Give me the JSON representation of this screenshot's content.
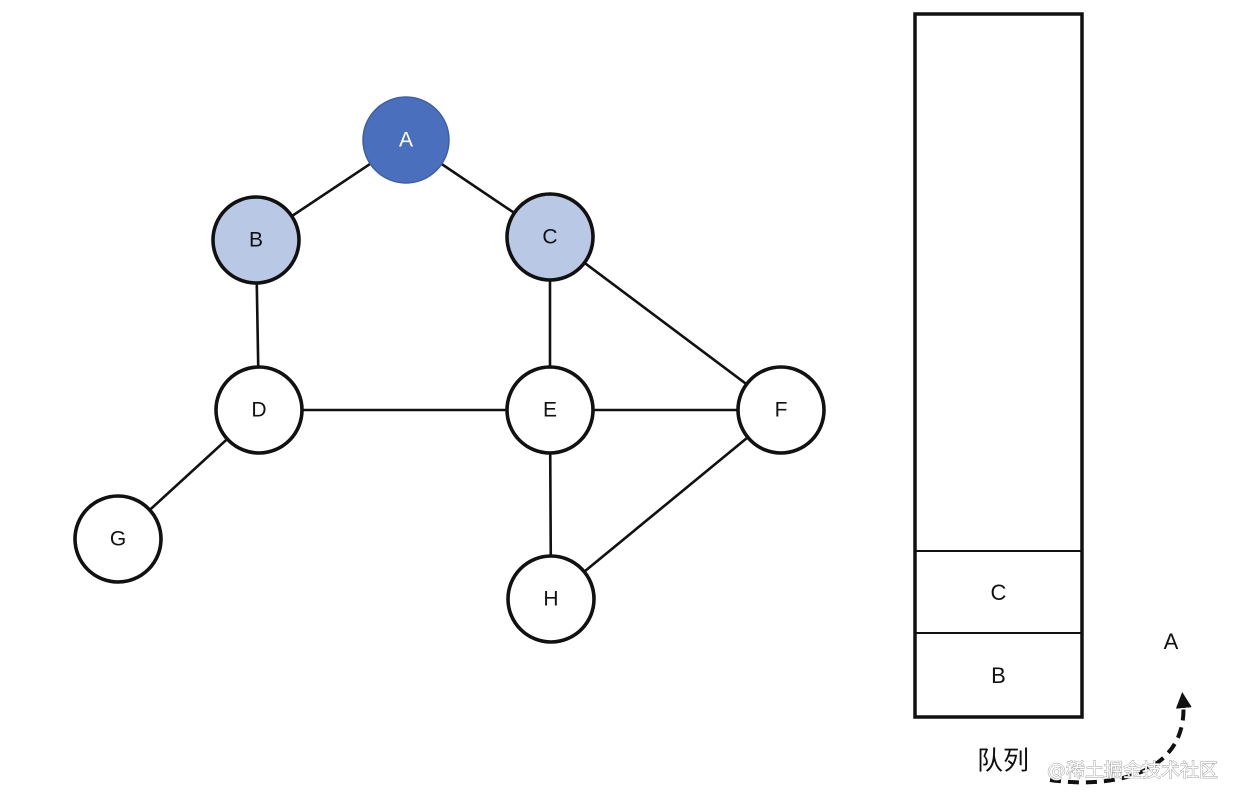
{
  "graph": {
    "nodes": [
      {
        "id": "A",
        "label": "A",
        "state": "current"
      },
      {
        "id": "B",
        "label": "B",
        "state": "queued"
      },
      {
        "id": "C",
        "label": "C",
        "state": "queued"
      },
      {
        "id": "D",
        "label": "D",
        "state": "unvisited"
      },
      {
        "id": "E",
        "label": "E",
        "state": "unvisited"
      },
      {
        "id": "F",
        "label": "F",
        "state": "unvisited"
      },
      {
        "id": "G",
        "label": "G",
        "state": "unvisited"
      },
      {
        "id": "H",
        "label": "H",
        "state": "unvisited"
      }
    ],
    "edges": [
      [
        "A",
        "B"
      ],
      [
        "A",
        "C"
      ],
      [
        "B",
        "D"
      ],
      [
        "C",
        "E"
      ],
      [
        "C",
        "F"
      ],
      [
        "D",
        "E"
      ],
      [
        "E",
        "F"
      ],
      [
        "D",
        "G"
      ],
      [
        "E",
        "H"
      ],
      [
        "F",
        "H"
      ]
    ]
  },
  "colors": {
    "current": "#4a6fbd",
    "queued": "#b9c8e4",
    "unvisited": "#ffffff",
    "stroke": "#111111"
  },
  "queue": {
    "caption": "队列",
    "items": [
      "C",
      "B"
    ],
    "dequeued": "A"
  },
  "watermark": "@稀土掘金技术社区"
}
